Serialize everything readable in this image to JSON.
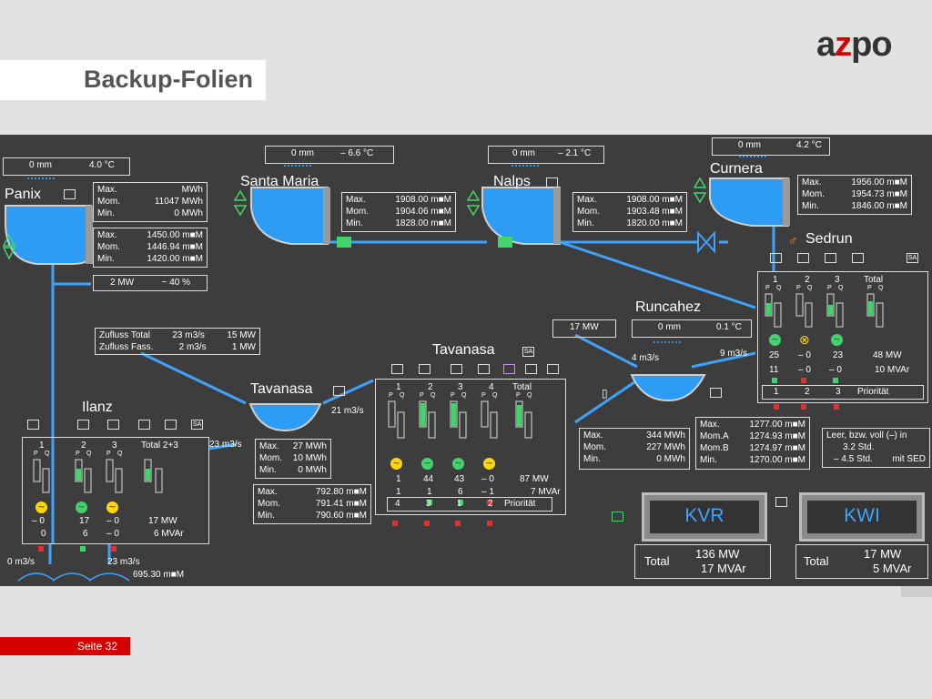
{
  "slide": {
    "title": "Backup-Folien",
    "footer": "Seite 32",
    "logo_a": "a",
    "logo_z": "z",
    "logo_rest": "po"
  },
  "colors": {
    "water": "#3ea3ff",
    "panel": "#3d3d3d",
    "accent_red": "#d50000",
    "generator_on": "#43d36c",
    "generator_off": "#ffd800"
  },
  "panix": {
    "name": "Panix",
    "level_mm": "0 mm",
    "temp": "4.0 °C",
    "energy": [
      [
        "Max.",
        "MWh"
      ],
      [
        "Mom.",
        "11047 MWh"
      ],
      [
        "Min.",
        "0 MWh"
      ]
    ],
    "level": [
      [
        "Max.",
        "1450.00 m■M"
      ],
      [
        "Mom.",
        "1446.94 m■M"
      ],
      [
        "Min.",
        "1420.00 m■M"
      ]
    ],
    "power": "2 MW",
    "percent": "~ 40 %"
  },
  "santa_maria": {
    "name": "Santa Maria",
    "level_mm": "0 mm",
    "temp": "– 6.6 °C",
    "level": [
      [
        "Max.",
        "1908.00 m■M"
      ],
      [
        "Mom.",
        "1904.06 m■M"
      ],
      [
        "Min.",
        "1828.00 m■M"
      ]
    ]
  },
  "nalps": {
    "name": "Nalps",
    "level_mm": "0 mm",
    "temp": "– 2.1 °C",
    "level": [
      [
        "Max.",
        "1908.00 m■M"
      ],
      [
        "Mom.",
        "1903.48 m■M"
      ],
      [
        "Min.",
        "1820.00 m■M"
      ]
    ]
  },
  "curnera": {
    "name": "Curnera",
    "level_mm": "0 mm",
    "temp": "4.2 °C",
    "level": [
      [
        "Max.",
        "1956.00 m■M"
      ],
      [
        "Mom.",
        "1954.73 m■M"
      ],
      [
        "Min.",
        "1846.00 m■M"
      ]
    ]
  },
  "sedrun": {
    "name": "Sedrun",
    "sa": "SA",
    "unit_nums": [
      "1",
      "2",
      "3"
    ],
    "total_label": "Total",
    "pq": [
      "P",
      "Q"
    ],
    "p_values": [
      "25",
      "– 0",
      "23"
    ],
    "q_values": [
      "11",
      "– 0",
      "– 0"
    ],
    "total_p": "48 MW",
    "total_q": "10 MVAr",
    "prio": [
      "1",
      "2",
      "3"
    ],
    "prio_label": "Priorität"
  },
  "runcahez": {
    "name": "Runcahez",
    "power": "17 MW",
    "level_mm": "0 mm",
    "temp": "0.1 °C",
    "in_flow": "4 m3/s",
    "out_flow": "9 m3/s"
  },
  "tavanasa_power": {
    "name": "Tavanasa",
    "sa": "SA",
    "unit_nums": [
      "1",
      "2",
      "3",
      "4"
    ],
    "total_label": "Total",
    "pq": [
      "P",
      "Q"
    ],
    "p_values": [
      "1",
      "44",
      "43",
      "– 0"
    ],
    "q_values": [
      "1",
      "1",
      "6",
      "– 1"
    ],
    "total_p": "87 MW",
    "total_q": "7 MVAr",
    "prio": [
      "4",
      "3",
      "1",
      "2"
    ],
    "prio_label": "Priorität",
    "energy": [
      [
        "Max.",
        "344 MWh"
      ],
      [
        "Mom.",
        "227 MWh"
      ],
      [
        "Min.",
        "0 MWh"
      ]
    ]
  },
  "tavanasa_basin": {
    "name": "Tavanasa",
    "flow": "21 m3/s",
    "energy": [
      [
        "Max.",
        "27 MWh"
      ],
      [
        "Mom.",
        "10 MWh"
      ],
      [
        "Min.",
        "0 MWh"
      ]
    ],
    "level": [
      [
        "Max.",
        "792.80 m■M"
      ],
      [
        "Mom.",
        "791.41 m■M"
      ],
      [
        "Min.",
        "790.60 m■M"
      ]
    ]
  },
  "zufluss": [
    [
      "Zufluss Total",
      "23 m3/s",
      "15 MW"
    ],
    [
      "Zufluss Fass.",
      "2 m3/s",
      "1 MW"
    ]
  ],
  "ilanz": {
    "name": "Ilanz",
    "sa": "SA",
    "unit_nums": [
      "1",
      "2",
      "3"
    ],
    "total_label": "Total 2+3",
    "pq": [
      "P",
      "Q"
    ],
    "p_values": [
      "– 0",
      "17",
      "– 0"
    ],
    "q_values": [
      "0",
      "6",
      "– 0"
    ],
    "total_p": "17 MW",
    "total_q": "6 MVAr",
    "in_flow": "23 m3/s",
    "out_left": "0 m3/s",
    "out_right": "23 m3/s",
    "level": "695.30 m■M"
  },
  "mom_level": [
    [
      "Max.",
      "1277.00 m■M"
    ],
    [
      "Mom.A",
      "1274.93 m■M"
    ],
    [
      "Mom.B",
      "1274.97 m■M"
    ],
    [
      "Min.",
      "1270.00 m■M"
    ]
  ],
  "leer_voll": [
    "Leer, bzw. voll (–) in",
    "3.2 Std.",
    "– 4.5 Std.",
    "mit SED"
  ],
  "kvr": {
    "label": "KVR",
    "total_label": "Total",
    "power": "136 MW",
    "reactive": "17 MVAr"
  },
  "kwi": {
    "label": "KWI",
    "total_label": "Total",
    "power": "17 MW",
    "reactive": "5 MVAr"
  }
}
